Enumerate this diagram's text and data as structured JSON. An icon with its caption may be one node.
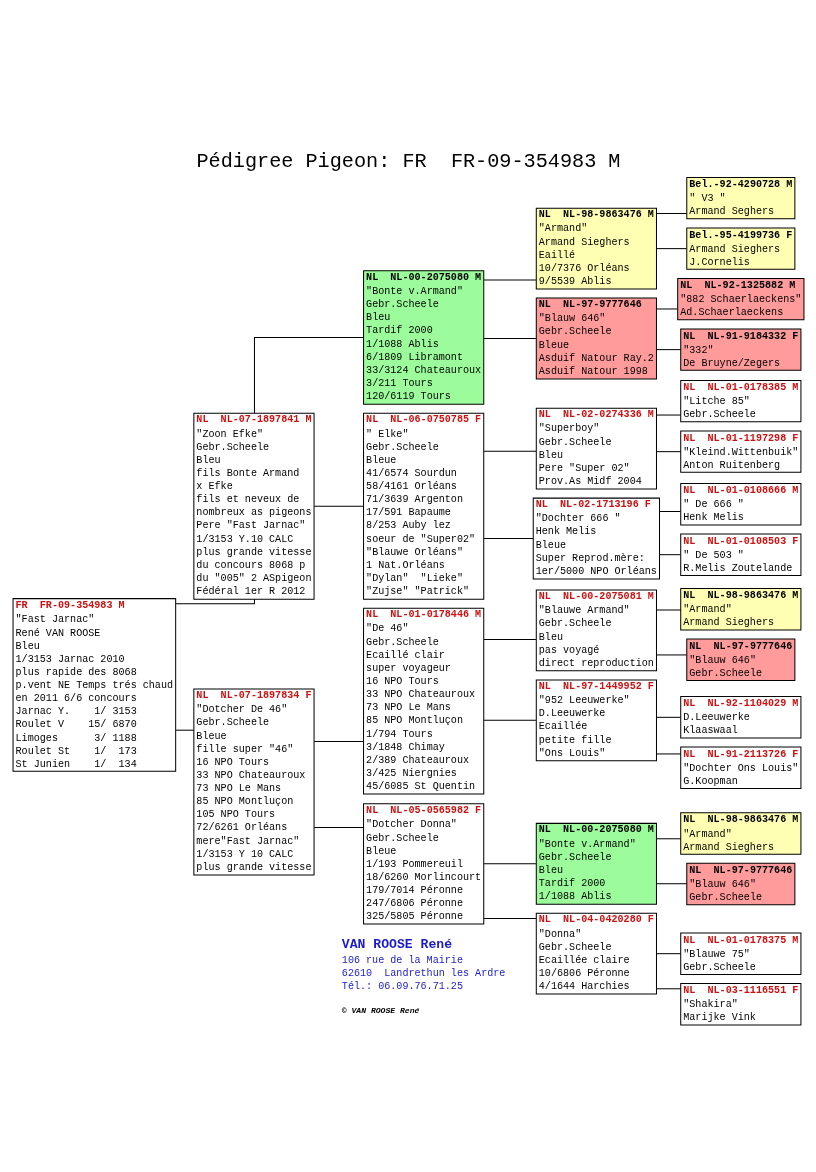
{
  "diagram": {
    "title": "Pédigree Pigeon: FR  FR-09-354983 M",
    "nodes": [
      {
        "text": [
          "FR  FR-09-354983 M",
          "\"Fast Jarnac\"",
          "René VAN ROOSE",
          "Bleu",
          "1/3153 Jarnac 2010",
          "plus rapide des 8068",
          "p.vent NE Temps trés chaud",
          "en 2011 6/6 concours",
          "Jarnac Y.    1/ 3153",
          "Roulet V    15/ 6870",
          "Limoges      3/ 1188",
          "Roulet St    1/  173",
          "St Junien    1/  134"
        ]
      },
      {
        "text": [
          "NL  NL-07-1897841 M",
          "\"Zoon Efke\"",
          "Gebr.Scheele",
          "Bleu",
          "fils Bonte Armand",
          "x Efke",
          "fils et neveux de",
          "nombreux as pigeons",
          "Pere \"Fast Jarnac\"",
          "1/3153 Y.10 CALC",
          "plus grande vitesse",
          "du concours 8068 p",
          "du \"005\" 2 ASpigeon",
          "Fédéral 1er R 2012"
        ]
      },
      {
        "text": [
          "NL  NL-07-1897834 F",
          "\"Dotcher De 46\"",
          "Gebr.Scheele",
          "Bleue",
          "fille super \"46\"",
          "16 NPO Tours",
          "33 NPO Chateauroux",
          "73 NPO Le Mans",
          "85 NPO Montluçon",
          "105 NPO Tours",
          "72/6261 Orléans",
          "mere\"Fast Jarnac\"",
          "1/3153 Y 10 CALC",
          "plus grande vitesse"
        ]
      },
      {
        "text": [
          "NL  NL-00-2075080 M",
          "\"Bonte v.Armand\"",
          "Gebr.Scheele",
          "Bleu",
          "Tardif 2000",
          "1/1088 Ablis",
          "6/1809 Libramont",
          "33/3124 Chateauroux",
          "3/211 Tours",
          "120/6119 Tours"
        ]
      },
      {
        "text": [
          "NL  NL-06-0750785 F",
          "\" Elke\"",
          "Gebr.Scheele",
          "Bleue",
          "41/6574 Sourdun",
          "58/4161 Orléans",
          "71/3639 Argenton",
          "17/591 Bapaume",
          "8/253 Auby lez",
          "soeur de \"Super02\"",
          "\"Blauwe Orléans\"",
          "1 Nat.Orléans",
          "\"Dylan\"  \"Lieke\"",
          "\"Zujse\" \"Patrick\""
        ]
      },
      {
        "text": [
          "NL  NL-01-0178446 M",
          "\"De 46\"",
          "Gebr.Scheele",
          "Ecaillé clair",
          "super voyageur",
          "16 NPO Tours",
          "33 NPO Chateauroux",
          "73 NPO Le Mans",
          "85 NPO Montluçon",
          "1/794 Tours",
          "3/1848 Chimay",
          "2/389 Chateauroux",
          "3/425 Niergnies",
          "45/6085 St Quentin"
        ]
      },
      {
        "text": [
          "NL  NL-05-0565982 F",
          "\"Dotcher Donna\"",
          "Gebr.Scheele",
          "Bleue",
          "1/193 Pommereuil",
          "18/6260 Morlincourt",
          "179/7014 Péronne",
          "247/6806 Péronne",
          "325/5805 Péronne"
        ]
      },
      {
        "text": [
          "NL  NL-98-9863476 M",
          "\"Armand\"",
          "Armand Sieghers",
          "Eaillé",
          "10/7376 Orléans",
          "9/5539 Ablis"
        ]
      },
      {
        "text": [
          "NL  NL-97-9777646",
          "\"Blauw 646\"",
          "Gebr.Scheele",
          "Bleue",
          "Asduif Natour Ray.2",
          "Asduif Natour 1998"
        ]
      },
      {
        "text": [
          "NL  NL-02-0274336 M",
          "\"Superboy\"",
          "Gebr.Scheele",
          "Bleu",
          "Pere \"Super 02\"",
          "Prov.As Midf 2004"
        ]
      },
      {
        "text": [
          "NL  NL-02-1713196 F",
          "\"Dochter 666 \"",
          "Henk Melis",
          "Bleue",
          "Super Reprod.mère:",
          "1er/5000 NPO Orléans"
        ]
      },
      {
        "text": [
          "NL  NL-00-2075081 M",
          "\"Blauwe Armand\"",
          "Gebr.Scheele",
          "Bleu",
          "pas voyagé",
          "direct reproduction"
        ]
      },
      {
        "text": [
          "NL  NL-97-1449952 F",
          "\"952 Leeuwerke\"",
          "D.Leeuwerke",
          "Ecaillée",
          "petite fille",
          "\"Ons Louis\""
        ]
      },
      {
        "text": [
          "NL  NL-00-2075080 M",
          "\"Bonte v.Armand\"",
          "Gebr.Scheele",
          "Bleu",
          "Tardif 2000",
          "1/1088 Ablis"
        ]
      },
      {
        "text": [
          "NL  NL-04-0420280 F",
          "\"Donna\"",
          "Gebr.Scheele",
          "Ecaillée claire",
          "10/6806 Péronne",
          "4/1644 Harchies"
        ]
      },
      {
        "text": [
          "Bel.-92-4290728 M",
          "\" V3 \"",
          "Armand Seghers"
        ]
      },
      {
        "text": [
          "Bel.-95-4199736 F",
          "Armand Sieghers",
          "J.Cornelis"
        ]
      },
      {
        "text": [
          "NL  NL-92-1325882 M",
          "\"882 Schaerlaeckens\"",
          "Ad.Schaerlaeckens"
        ]
      },
      {
        "text": [
          "NL  NL-91-9184332 F",
          "\"332\"",
          "De Bruyne/Zegers"
        ]
      },
      {
        "text": [
          "NL  NL-01-0178385 M",
          "\"Litche 85\"",
          "Gebr.Scheele"
        ]
      },
      {
        "text": [
          "NL  NL-01-1197298 F",
          "\"Kleind.Wittenbuik\"",
          "Anton Ruitenberg"
        ]
      },
      {
        "text": [
          "NL  NL-01-0108666 M",
          "\" De 666 \"",
          "Henk Melis"
        ]
      },
      {
        "text": [
          "NL  NL-01-0108503 F",
          "\" De 503 \"",
          "R.Melis Zoutelande"
        ]
      },
      {
        "text": [
          "NL  NL-98-9863476 M",
          "\"Armand\"",
          "Armand Sieghers"
        ]
      },
      {
        "text": [
          "NL  NL-97-9777646",
          "\"Blauw 646\"",
          "Gebr.Scheele"
        ]
      },
      {
        "text": [
          "NL  NL-92-1104029 M",
          "D.Leeuwerke",
          "Klaaswaal"
        ]
      },
      {
        "text": [
          "NL  NL-91-2113726 F",
          "\"Dochter Ons Louis\"",
          "G.Koopman"
        ]
      },
      {
        "text": [
          "NL  NL-98-9863476 M",
          "\"Armand\"",
          "Armand Sieghers"
        ]
      },
      {
        "text": [
          "NL  NL-97-9777646",
          "\"Blauw 646\"",
          "Gebr.Scheele"
        ]
      },
      {
        "text": [
          "NL  NL-01-0178375 M",
          "\"Blauwe 75\"",
          "Gebr.Scheele"
        ]
      },
      {
        "text": [
          "NL  NL-03-1116551 F",
          "\"Shakira\"",
          "Marijke Vink"
        ]
      }
    ],
    "edges": [
      {
        "from": 0,
        "to": 1,
        "arrow": "none"
      },
      {
        "from": 0,
        "to": 2,
        "arrow": "none"
      },
      {
        "from": 1,
        "to": 3,
        "arrow": "none"
      },
      {
        "from": 1,
        "to": 4,
        "arrow": "none"
      },
      {
        "from": 2,
        "to": 5,
        "arrow": "none"
      },
      {
        "from": 2,
        "to": 6,
        "arrow": "none"
      },
      {
        "from": 3,
        "to": 7,
        "arrow": "none"
      },
      {
        "from": 3,
        "to": 8,
        "arrow": "none"
      },
      {
        "from": 4,
        "to": 9,
        "arrow": "none"
      },
      {
        "from": 4,
        "to": 10,
        "arrow": "none"
      },
      {
        "from": 5,
        "to": 11,
        "arrow": "none"
      },
      {
        "from": 5,
        "to": 12,
        "arrow": "none"
      },
      {
        "from": 6,
        "to": 13,
        "arrow": "none"
      },
      {
        "from": 6,
        "to": 14,
        "arrow": "none"
      },
      {
        "from": 7,
        "to": 15,
        "arrow": "none"
      },
      {
        "from": 7,
        "to": 16,
        "arrow": "none"
      },
      {
        "from": 8,
        "to": 17,
        "arrow": "none"
      },
      {
        "from": 8,
        "to": 18,
        "arrow": "none"
      },
      {
        "from": 9,
        "to": 19,
        "arrow": "none"
      },
      {
        "from": 9,
        "to": 20,
        "arrow": "none"
      },
      {
        "from": 10,
        "to": 21,
        "arrow": "none"
      },
      {
        "from": 10,
        "to": 22,
        "arrow": "none"
      },
      {
        "from": 11,
        "to": 23,
        "arrow": "none"
      },
      {
        "from": 11,
        "to": 24,
        "arrow": "none"
      },
      {
        "from": 12,
        "to": 25,
        "arrow": "none"
      },
      {
        "from": 12,
        "to": 26,
        "arrow": "none"
      },
      {
        "from": 13,
        "to": 27,
        "arrow": "none"
      },
      {
        "from": 13,
        "to": 28,
        "arrow": "none"
      },
      {
        "from": 14,
        "to": 29,
        "arrow": "none"
      },
      {
        "from": 14,
        "to": 30,
        "arrow": "none"
      }
    ],
    "labels": [
      "VAN ROOSE René",
      "106 rue de la Mairie",
      "62610  Landrethun les Ardre",
      "Tél.: 06.09.76.71.25",
      "© VAN ROOSE René"
    ]
  }
}
